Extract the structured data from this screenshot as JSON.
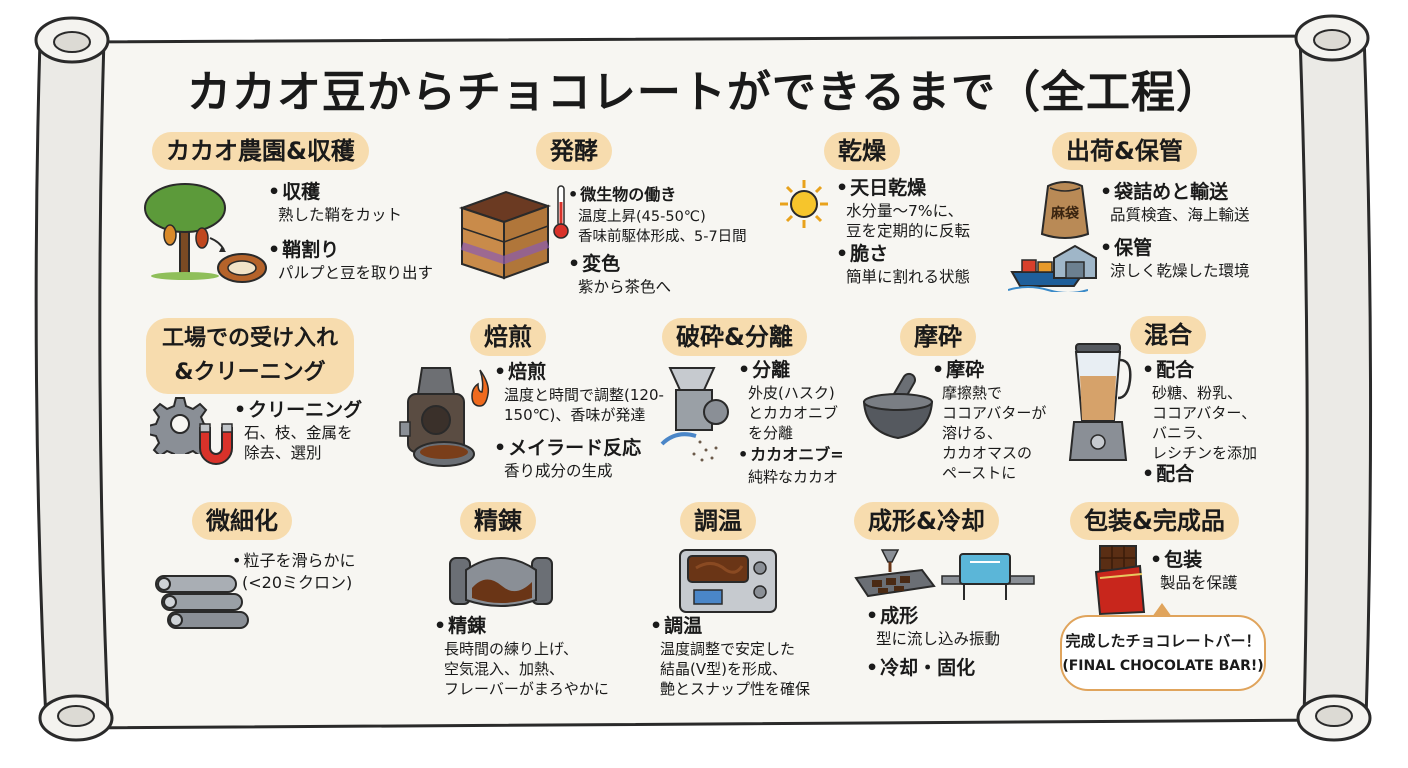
{
  "title": "カカオ豆からチョコレートができるまで（全工程）",
  "steps": {
    "farm": {
      "title": "カカオ農園&収穫",
      "b1_head": "収穫",
      "b1_desc": "熟した鞘をカット",
      "b2_head": "鞘割り",
      "b2_desc": "パルプと豆を取り出す"
    },
    "ferment": {
      "title": "発酵",
      "b1_head": "微生物の働き",
      "b1_d1": "温度上昇(45-50℃)",
      "b1_d2": "香味前駆体形成、5-7日間",
      "b2_head": "変色",
      "b2_desc": "紫から茶色へ"
    },
    "dry": {
      "title": "乾燥",
      "b1_head": "天日乾燥",
      "b1_d1": "水分量〜7%に、",
      "b1_d2": "豆を定期的に反転",
      "b2_head": "脆さ",
      "b2_desc": "簡単に割れる状態"
    },
    "ship": {
      "title": "出荷&保管",
      "b1_head": "袋詰めと輸送",
      "b1_desc": "品質検査、海上輸送",
      "b2_head": "保管",
      "b2_desc": "涼しく乾燥した環境",
      "sack_label": "麻袋"
    },
    "receive": {
      "title_l1": "工場での受け入れ",
      "title_l2": "&クリーニング",
      "b1_head": "クリーニング",
      "b1_d1": "石、枝、金属を",
      "b1_d2": "除去、選別"
    },
    "roast": {
      "title": "焙煎",
      "b1_head": "焙煎",
      "b1_d1": "温度と時間で調整(120-",
      "b1_d2": "150℃)、香味が発達",
      "b2_head": "メイラード反応",
      "b2_desc": "香り成分の生成"
    },
    "crack": {
      "title": "破砕&分離",
      "b1_head": "分離",
      "b1_d1": "外皮(ハスク)",
      "b1_d2": "とカカオニブ",
      "b1_d3": "を分離",
      "b2_head": "カカオニブ=",
      "b2_desc": "純粋なカカオ"
    },
    "grind": {
      "title": "摩砕",
      "b1_head": "摩砕",
      "b1_d1": "摩擦熱で",
      "b1_d2": "ココアバターが",
      "b1_d3": "溶ける、",
      "b1_d4": "カカオマスの",
      "b1_d5": "ペーストに"
    },
    "mix": {
      "title": "混合",
      "b1_head": "配合",
      "b1_d1": "砂糖、粉乳、",
      "b1_d2": "ココアバター、",
      "b1_d3": "バニラ、",
      "b1_d4": "レシチンを添加",
      "b2_head": "配合"
    },
    "refine": {
      "title": "微細化",
      "b1_head": "粒子を滑らかに",
      "b1_desc": "(<20ミクロン)"
    },
    "conch": {
      "title": "精錬",
      "b1_head": "精錬",
      "b1_d1": "長時間の練り上げ、",
      "b1_d2": "空気混入、加熱、",
      "b1_d3": "フレーバーがまろやかに"
    },
    "temper": {
      "title": "調温",
      "b1_head": "調温",
      "b1_d1": "温度調整で安定した",
      "b1_d2": "結晶(V型)を形成、",
      "b1_d3": "艶とスナップ性を確保"
    },
    "mold": {
      "title": "成形&冷却",
      "b1_head": "成形",
      "b1_desc": "型に流し込み振動",
      "b2_head": "冷却・固化"
    },
    "pack": {
      "title": "包装&完成品",
      "b1_head": "包装",
      "b1_desc": "製品を保護",
      "bubble_l1": "完成したチョコレートバー！",
      "bubble_l2": "(FINAL CHOCOLATE BAR!)"
    }
  },
  "colors": {
    "pill": "#f7dcae",
    "scroll": "#f4f3ef",
    "outline": "#2a2a2a",
    "bubble_border": "#e0a45c"
  },
  "icons": [
    "cacao-tree-icon",
    "cacao-pod-icon",
    "fermentation-box-icon",
    "thermometer-icon",
    "sun-icon",
    "sack-icon",
    "cargo-ship-icon",
    "warehouse-icon",
    "gear-icon",
    "magnet-icon",
    "roaster-icon",
    "fire-icon",
    "winnower-icon",
    "mortar-icon",
    "blender-icon",
    "rollers-icon",
    "conche-icon",
    "tempering-machine-icon",
    "mold-icon",
    "cooling-tunnel-icon",
    "chocolate-bar-icon"
  ]
}
